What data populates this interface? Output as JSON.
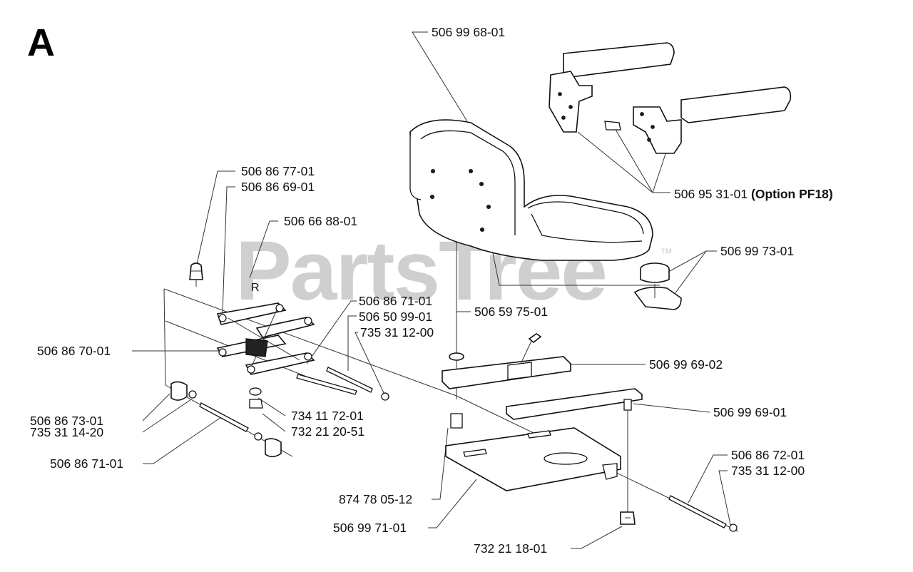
{
  "section_letter": "A",
  "watermark": "PartsTree",
  "watermark_tm": "™",
  "labels": {
    "p506_99_68_01": "506 99 68-01",
    "p506_95_31_01": "506 95 31-01",
    "p506_95_31_01_option": "(Option PF18)",
    "p506_86_77_01": "506 86 77-01",
    "p506_86_69_01": "506 86 69-01",
    "p506_66_88_01": "506 66 88-01",
    "p506_99_73_01": "506 99 73-01",
    "p506_86_71_01_a": "506 86 71-01",
    "p506_50_99_01": "506 50 99-01",
    "p735_31_12_00_a": "735 31 12-00",
    "p506_59_75_01": "506 59 75-01",
    "p506_86_70_01": "506 86 70-01",
    "p506_99_69_02": "506 99 69-02",
    "p506_86_73_01": "506 86 73-01",
    "p734_11_72_01": "734 11 72-01",
    "p735_31_14_20": "735 31 14-20",
    "p732_21_20_51": "732 21 20-51",
    "p506_99_69_01": "506 99 69-01",
    "p506_86_71_01_b": "506 86 71-01",
    "p506_86_72_01": "506 86 72-01",
    "p735_31_12_00_b": "735 31 12-00",
    "p874_78_05_12": "874 78 05-12",
    "p506_99_71_01": "506 99 71-01",
    "p732_21_18_01": "732 21 18-01",
    "bracket_mark": "R"
  }
}
